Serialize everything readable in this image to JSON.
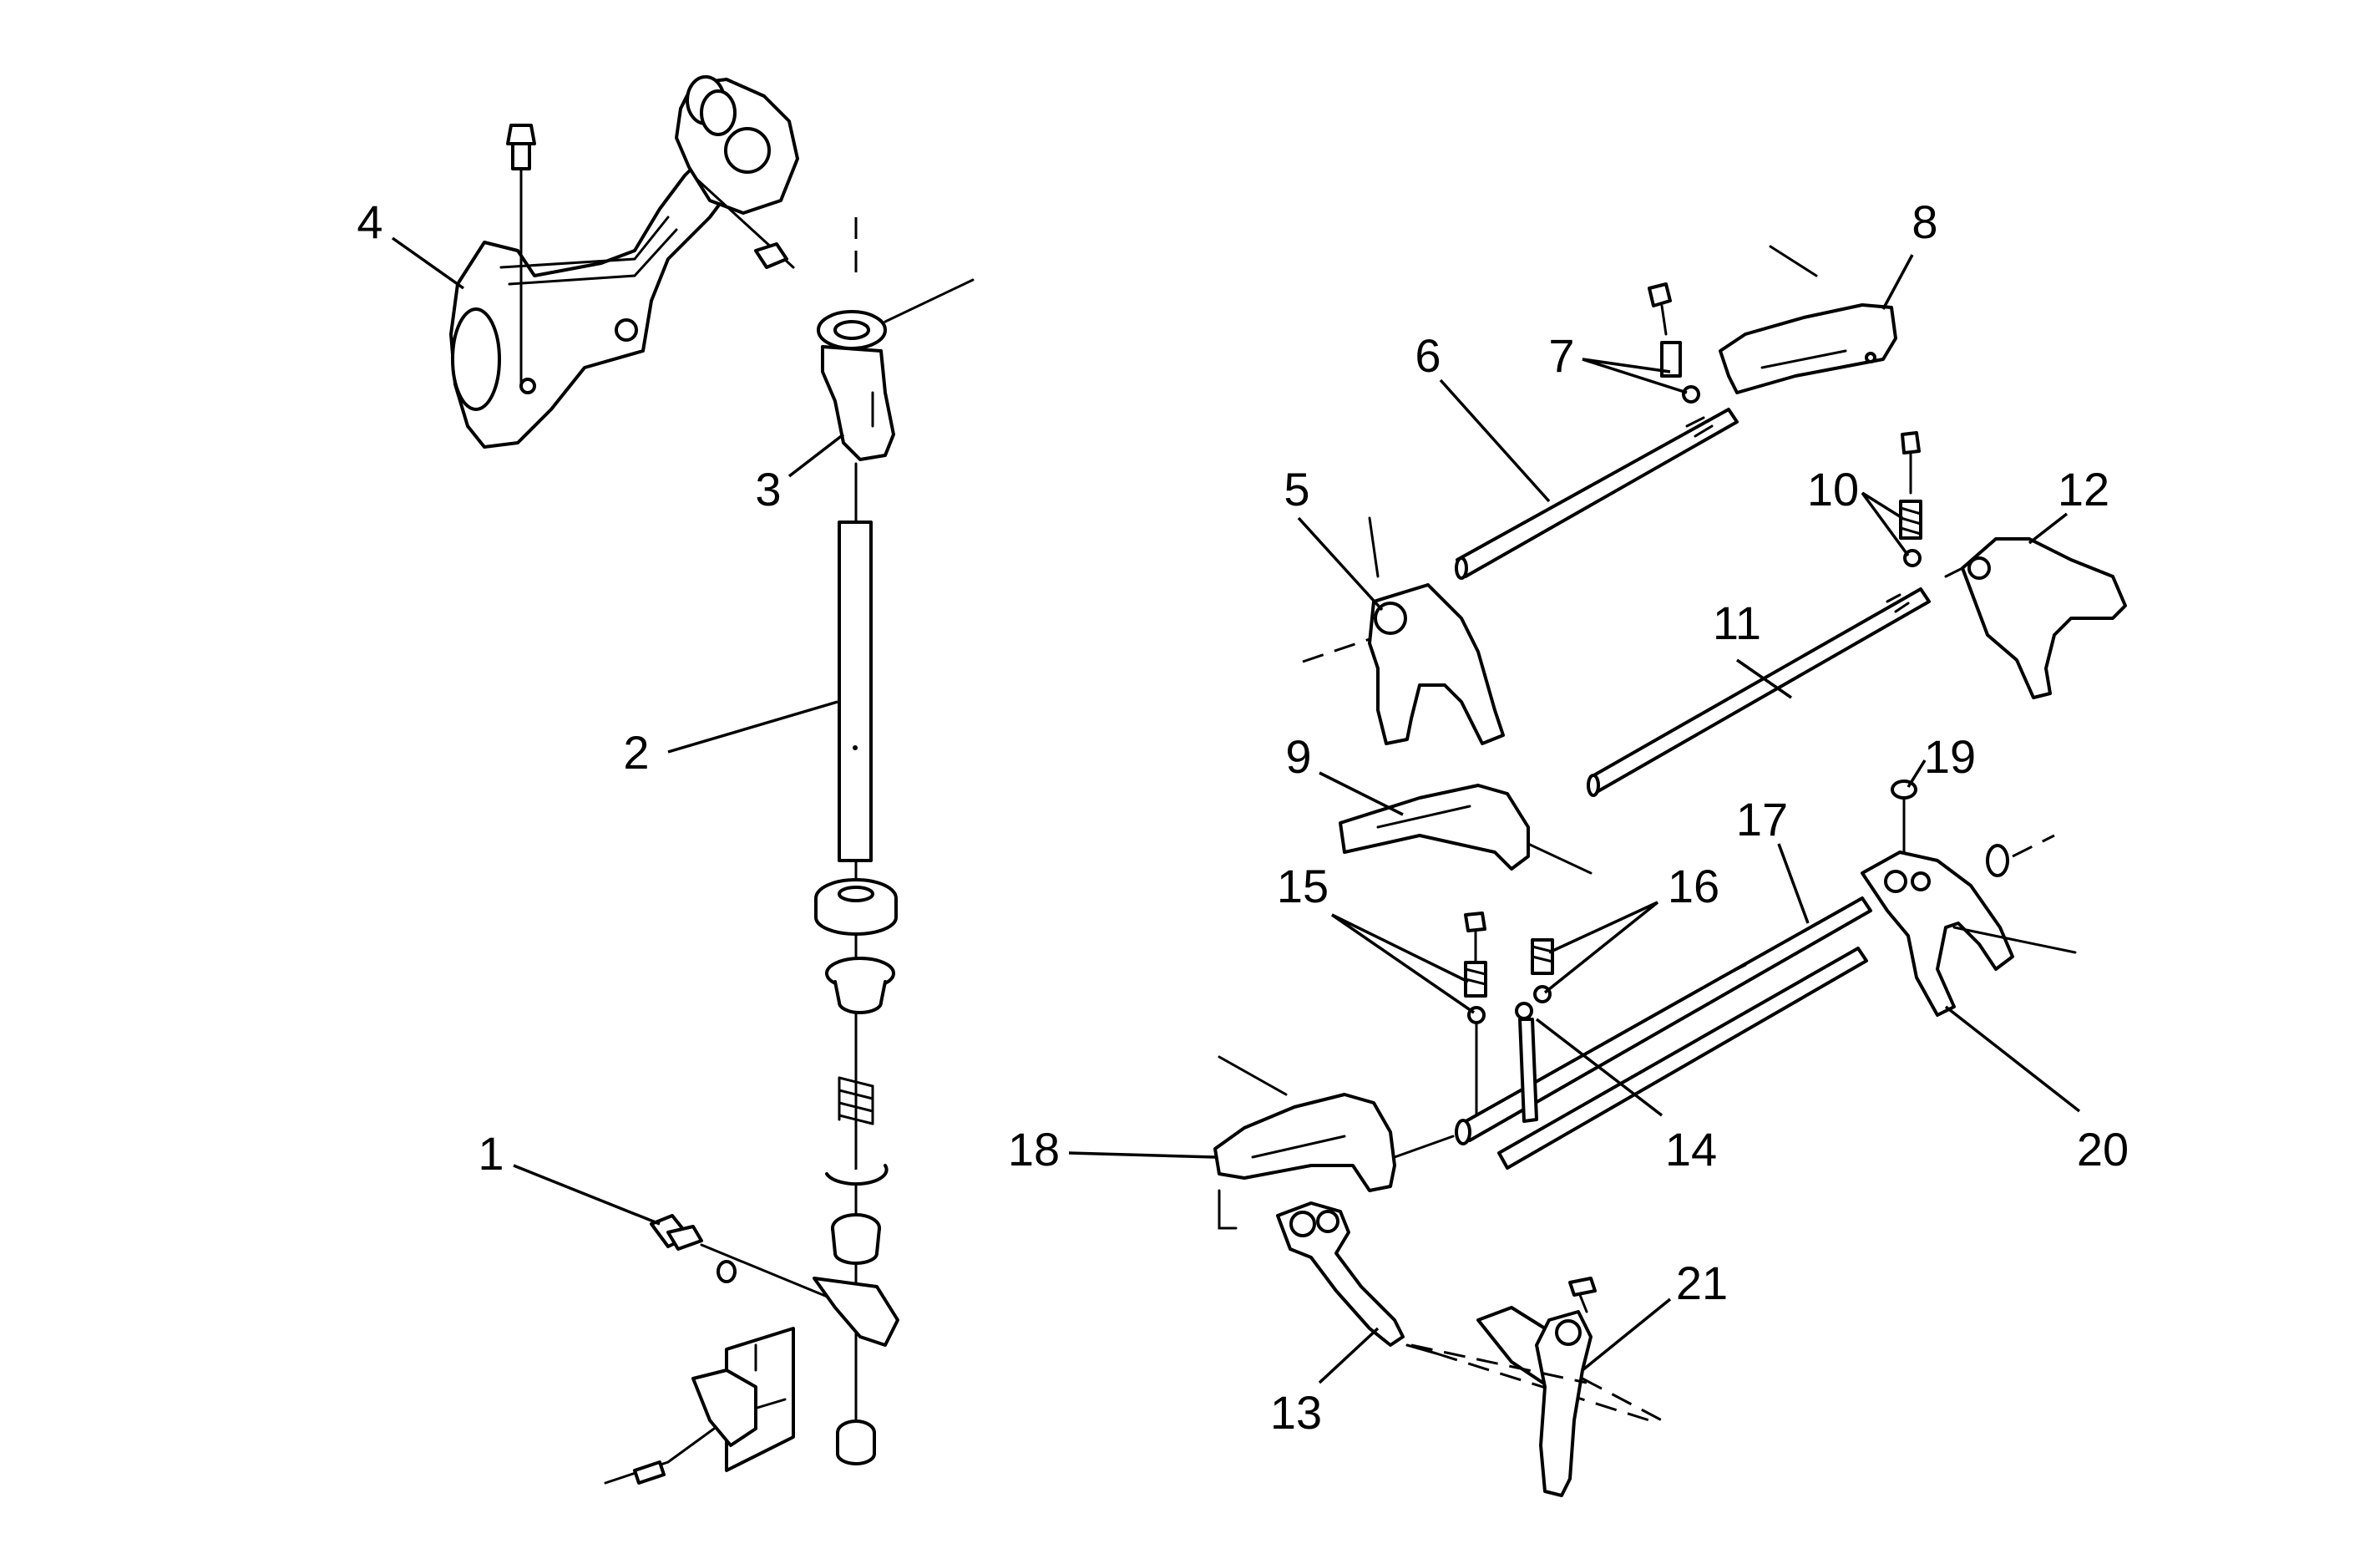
{
  "diagram": {
    "type": "exploded-parts-view",
    "callouts": {
      "c1": "1",
      "c2": "2",
      "c3": "3",
      "c4": "4",
      "c5": "5",
      "c6": "6",
      "c7": "7",
      "c8": "8",
      "c9": "9",
      "c10": "10",
      "c11": "11",
      "c12": "12",
      "c13": "13",
      "c14": "14",
      "c15": "15",
      "c16": "16",
      "c17": "17",
      "c18": "18",
      "c19": "19",
      "c20": "20",
      "c21": "21"
    }
  }
}
